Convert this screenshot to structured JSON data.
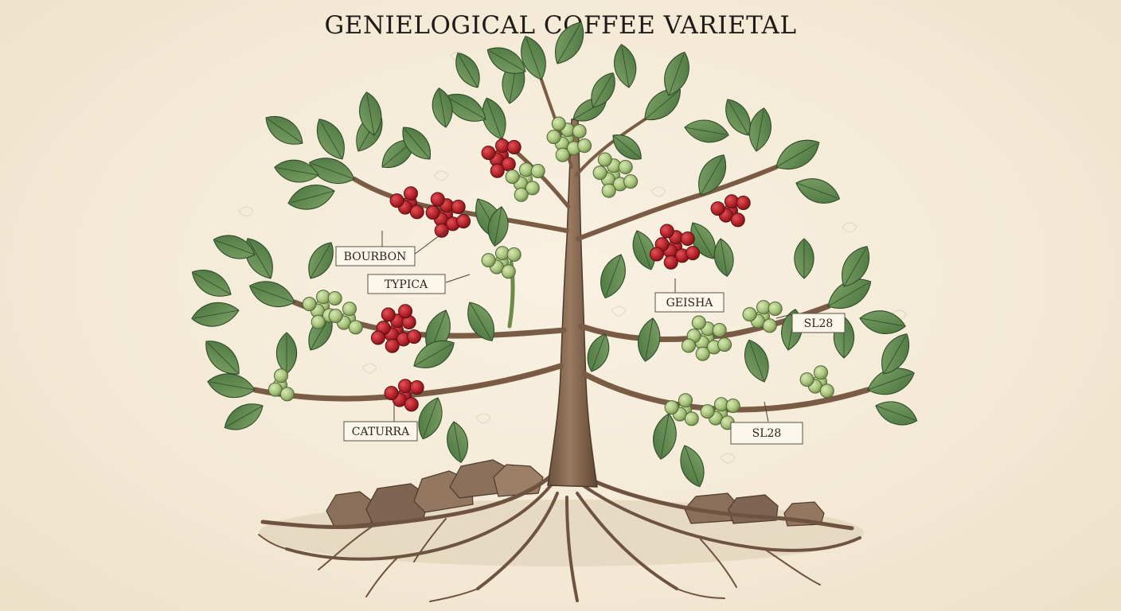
{
  "title": "GENIELOGICAL COFFEE VARIETAL",
  "colors": {
    "background": "#f4ecdb",
    "trunk": "#8a6a52",
    "trunk_dark": "#5e4634",
    "leaf": "#5f8a4e",
    "leaf_dark": "#3f6634",
    "cherry_ripe": "#b8242b",
    "cherry_unripe": "#a9c47d",
    "label_border": "#5b5146"
  },
  "icons": [
    "coffee-leaf-icon",
    "ripe-cherry-icon",
    "unripe-cherry-icon",
    "root-icon",
    "rock-icon"
  ],
  "labels": {
    "bourbon": "BOURBON",
    "typica": "TYPICA",
    "caturra": "CATURRA",
    "geisha": "GEISHA",
    "sl28_upper": "SL28",
    "sl28_lower": "SL28"
  }
}
